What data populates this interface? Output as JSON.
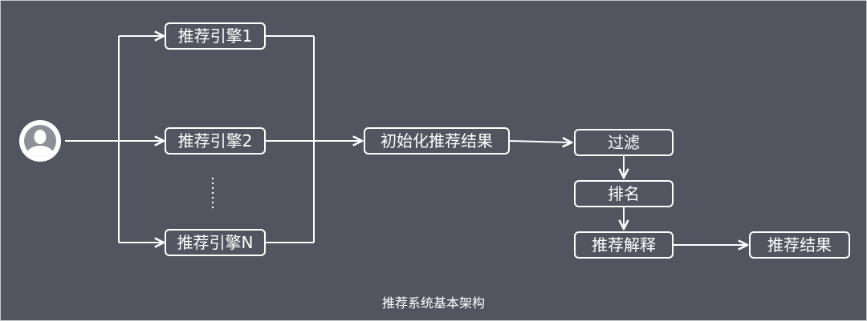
{
  "diagram": {
    "caption": "推荐系统基本架构",
    "engines": [
      {
        "label": "推荐引擎1"
      },
      {
        "label": "推荐引擎2"
      },
      {
        "label": "推荐引擎N"
      }
    ],
    "init_result": "初始化推荐结果",
    "filter": "过滤",
    "rank": "排名",
    "explain": "推荐解释",
    "final_result": "推荐结果",
    "icons": [
      "user-avatar-icon"
    ],
    "colors": {
      "background": "#52555f",
      "stroke": "#ffffff"
    }
  }
}
